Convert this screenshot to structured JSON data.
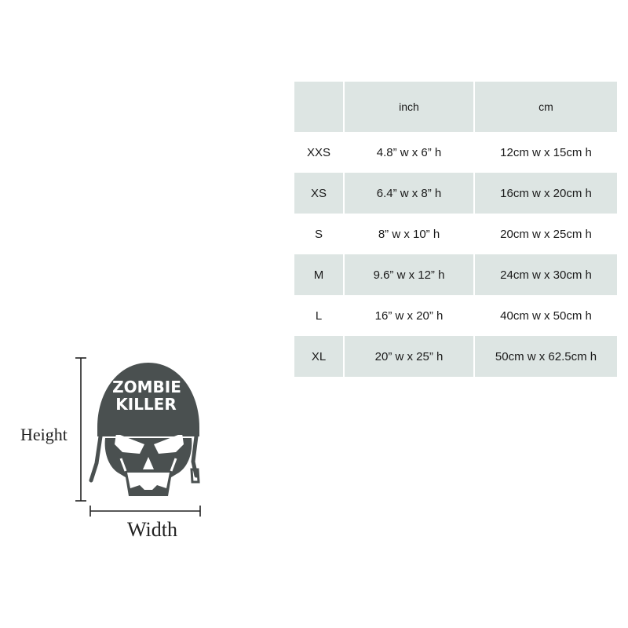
{
  "table": {
    "headers": [
      "",
      "inch",
      "cm"
    ],
    "rows": [
      {
        "size": "XXS",
        "inch": "4.8” w x 6” h",
        "cm": "12cm w x 15cm h",
        "shaded": false
      },
      {
        "size": "XS",
        "inch": "6.4” w x 8” h",
        "cm": "16cm w x 20cm h",
        "shaded": true
      },
      {
        "size": "S",
        "inch": "8” w x 10” h",
        "cm": "20cm w x 25cm h",
        "shaded": false
      },
      {
        "size": "M",
        "inch": "9.6” w x 12” h",
        "cm": "24cm w x 30cm h",
        "shaded": true
      },
      {
        "size": "L",
        "inch": "16” w x 20” h",
        "cm": "40cm w x 50cm h",
        "shaded": false
      },
      {
        "size": "XL",
        "inch": "20” w x 25” h",
        "cm": "50cm w x 62.5cm h",
        "shaded": true
      }
    ]
  },
  "figure": {
    "height_label": "Height",
    "width_label": "Width",
    "decal_line1": "ZOMBIE",
    "decal_line2": "KILLER",
    "decal_color": "#4a5050"
  },
  "colors": {
    "shade": "#dde5e3",
    "dimension_line": "#222222"
  }
}
